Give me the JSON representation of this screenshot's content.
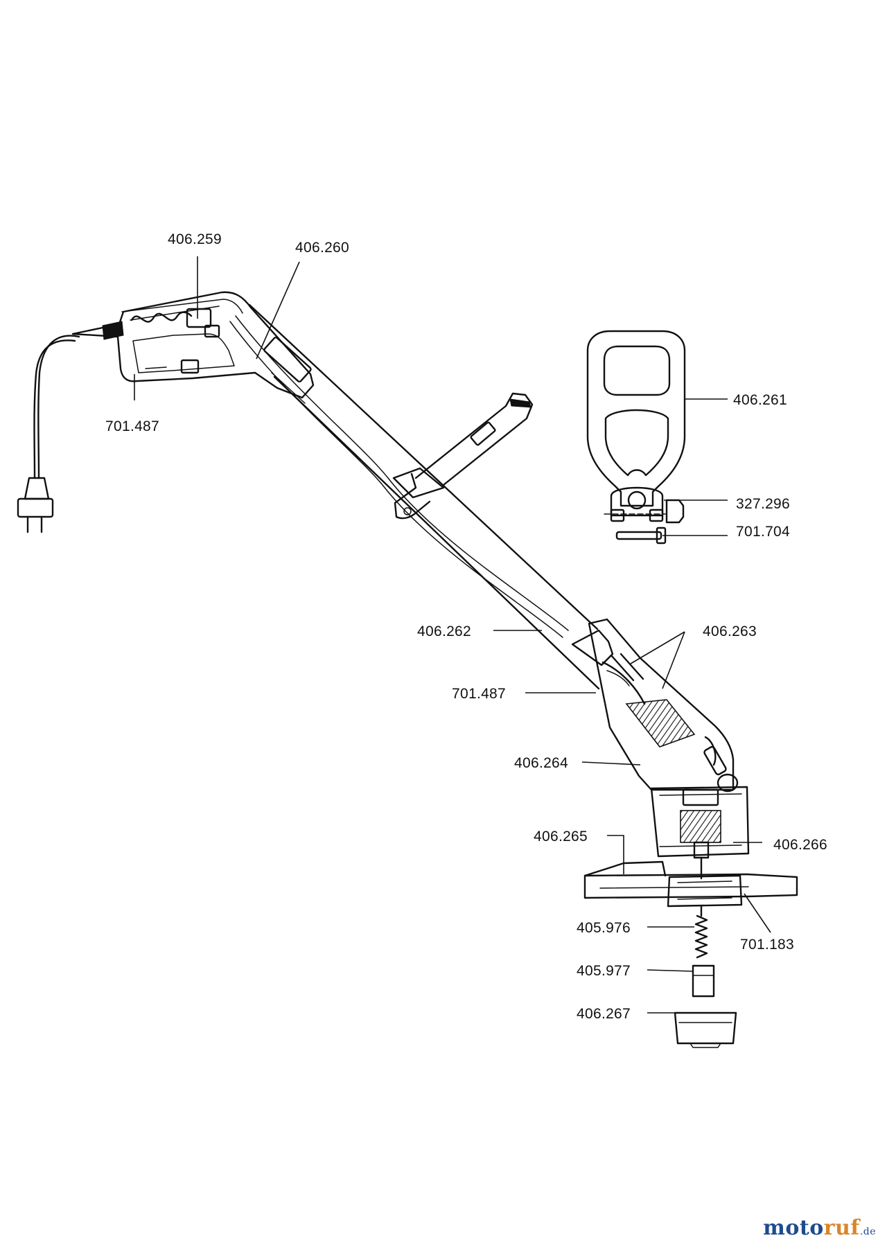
{
  "parts": {
    "p406_259": "406.259",
    "p406_260": "406.260",
    "p701_487_a": "701.487",
    "p406_261": "406.261",
    "p327_296": "327.296",
    "p701_704": "701.704",
    "p406_262": "406.262",
    "p406_263": "406.263",
    "p701_487_b": "701.487",
    "p406_264": "406.264",
    "p406_265": "406.265",
    "p406_266": "406.266",
    "p405_976": "405.976",
    "p701_183": "701.183",
    "p405_977": "405.977",
    "p406_267": "406.267"
  },
  "brand": {
    "part1": "moto",
    "part2": "ruf",
    "part3": ".de"
  },
  "colors": {
    "ink": "#111111",
    "brand_blue": "#1e4b8f",
    "brand_orange": "#d9862a"
  }
}
